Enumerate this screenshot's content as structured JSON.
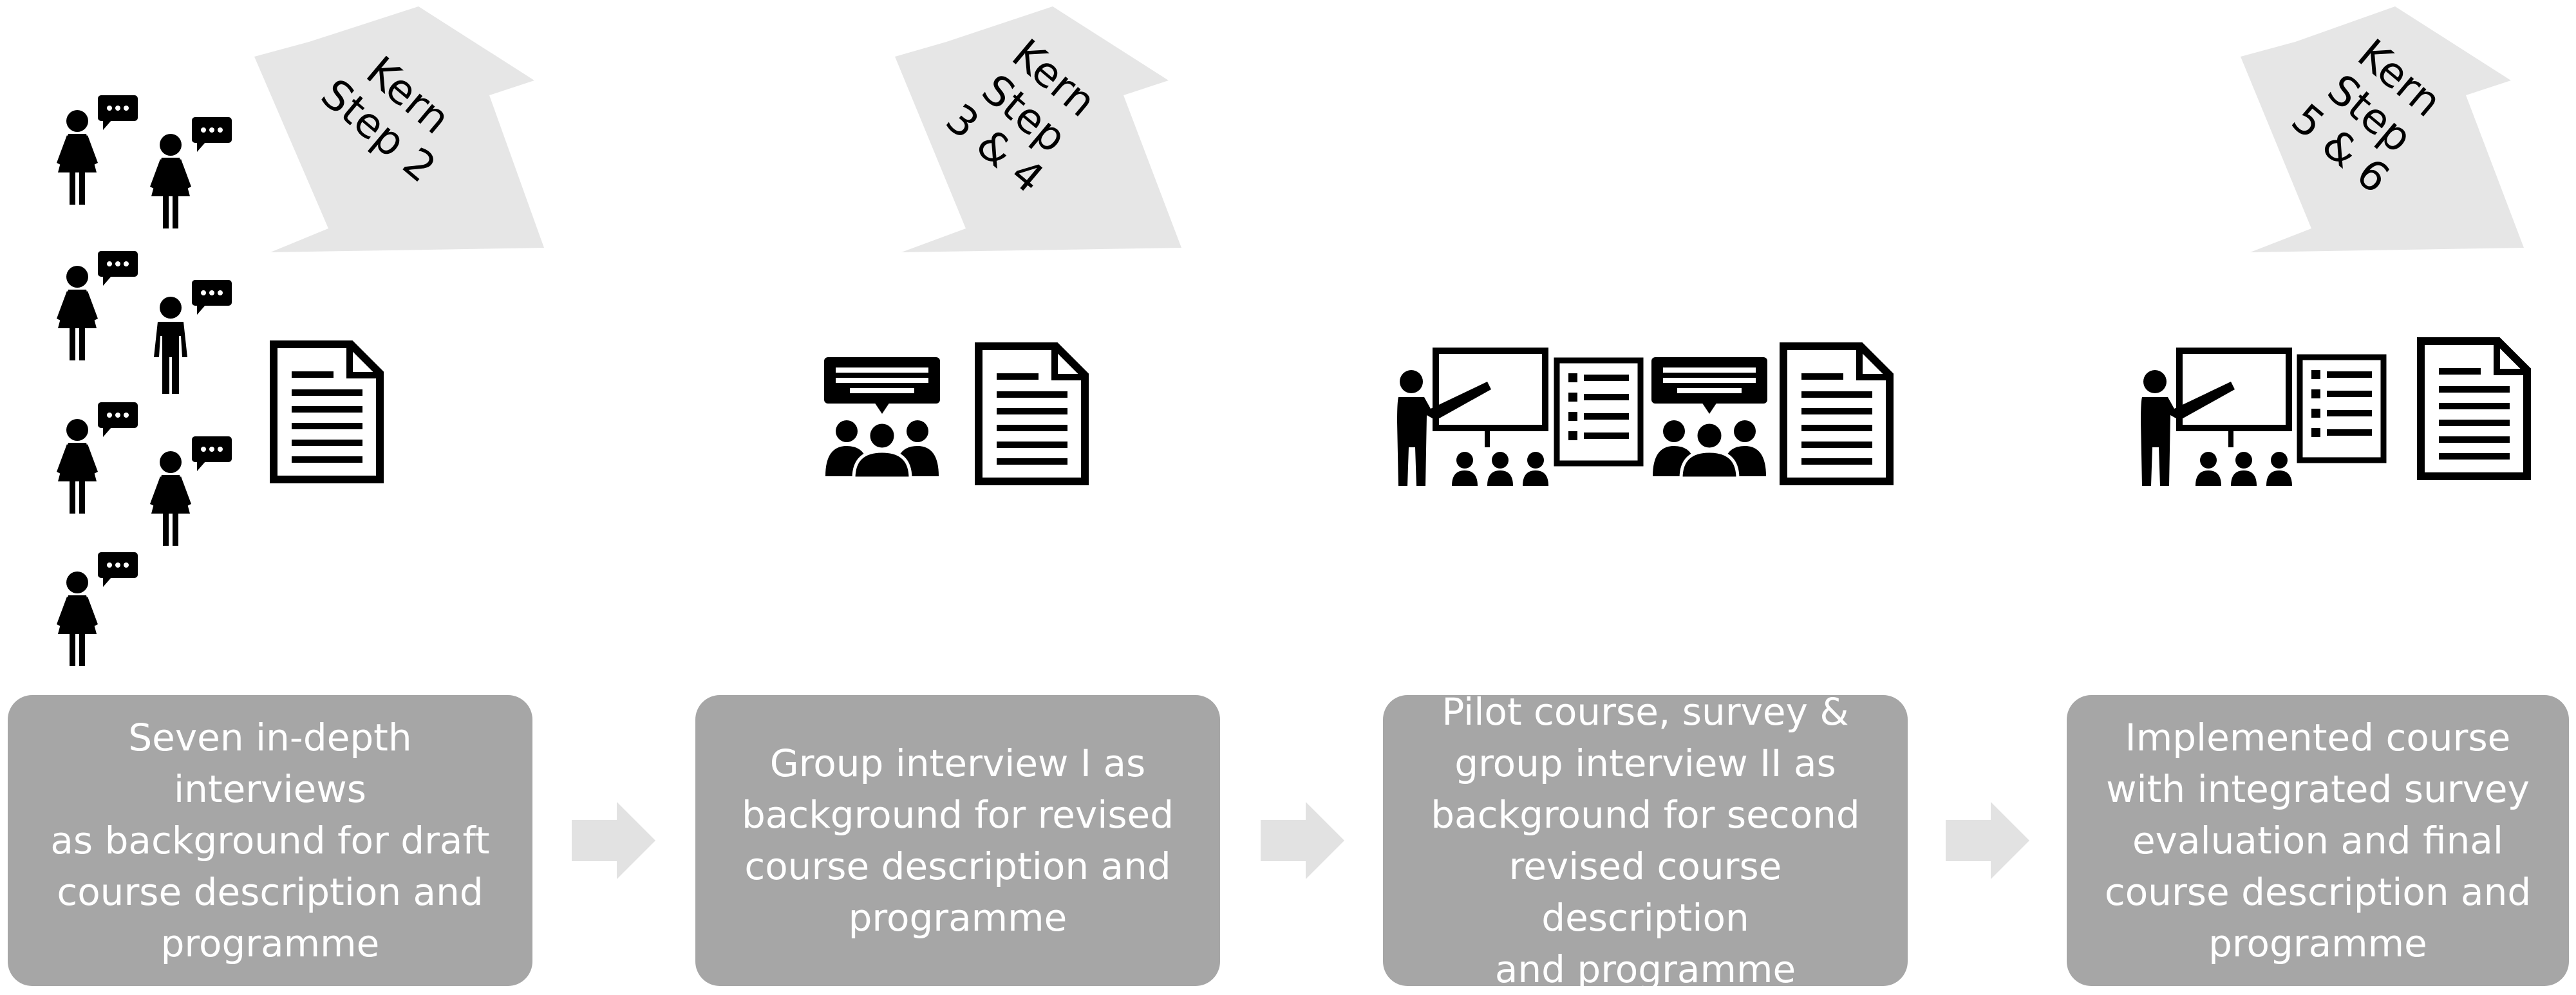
{
  "diagram": {
    "kern_steps": [
      {
        "label": "Kern\nStep 2"
      },
      {
        "label": "Kern\nStep\n3 & 4"
      },
      {
        "label": "Kern\nStep\n5 & 6"
      }
    ],
    "stages": [
      {
        "text": "Seven in-depth interviews\nas background for draft\ncourse description and\nprogramme",
        "icons": [
          "woman-with-speech-bubble-icon",
          "man-with-speech-bubble-icon",
          "document-icon"
        ]
      },
      {
        "text": "Group interview I as\nbackground for revised\ncourse description and\nprogramme",
        "icons": [
          "group-discussion-icon",
          "document-icon"
        ]
      },
      {
        "text": "Pilot course, survey &\ngroup interview II as\nbackground for second\nrevised course description\nand programme",
        "icons": [
          "teacher-presentation-icon",
          "survey-checklist-icon",
          "group-discussion-icon",
          "document-icon"
        ]
      },
      {
        "text": "Implemented course\nwith integrated survey\nevaluation and final\ncourse description and\nprogramme",
        "icons": [
          "teacher-presentation-icon",
          "survey-checklist-icon",
          "document-icon"
        ]
      }
    ],
    "colors": {
      "box_fill": "#a6a6a6",
      "box_text": "#ffffff",
      "arrow_fill": "#e2e2e2",
      "step_arrow_fill": "#e6e6e6",
      "icon_color": "#000000"
    }
  }
}
